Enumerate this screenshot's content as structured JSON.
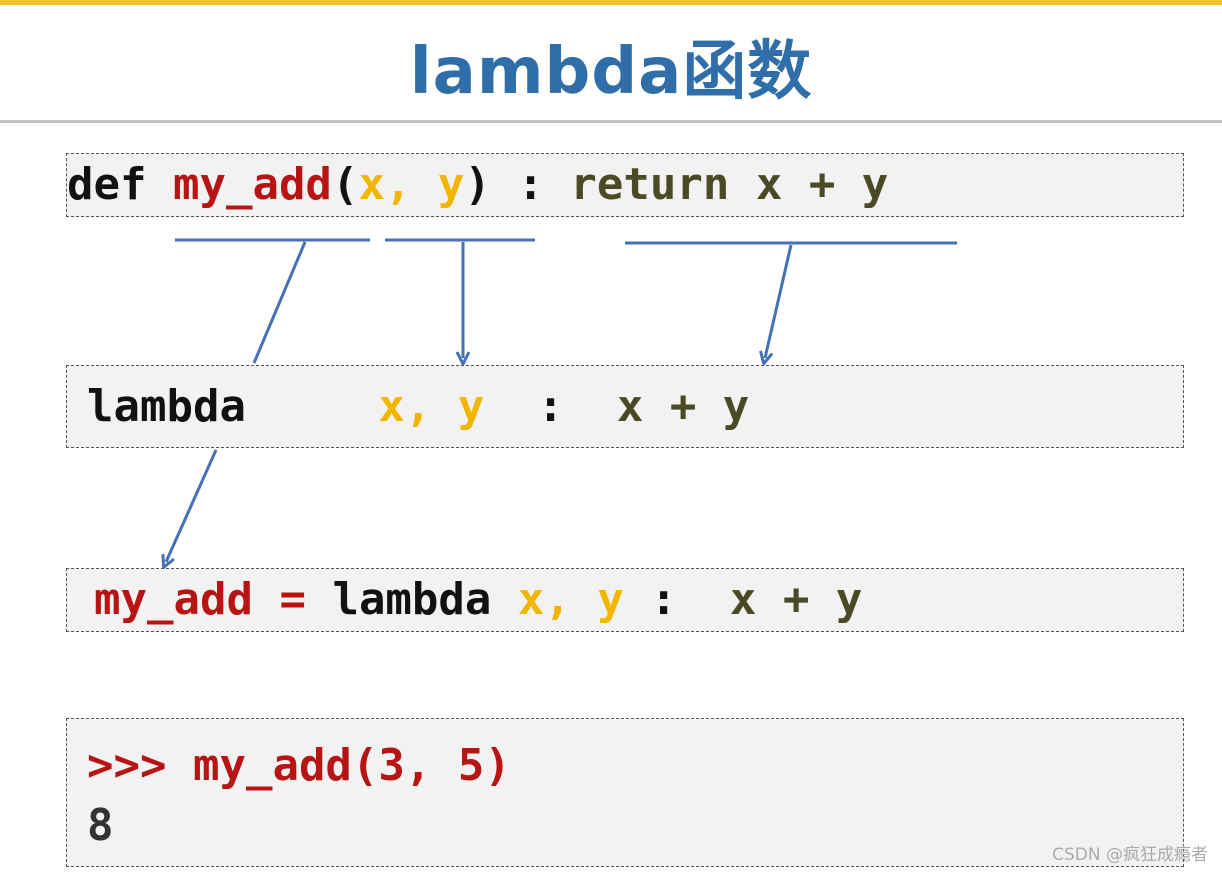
{
  "title": "lambda函数",
  "colors": {
    "title": "#2f6ea8",
    "accent_stripe": "#f2c230",
    "keyword": "#111111",
    "function_name": "#b81414",
    "params": "#f2b600",
    "expression": "#4a4a24",
    "arrow": "#4472b4"
  },
  "def_line": {
    "keyword": "def",
    "name": "my_add",
    "open_paren": "(",
    "params": "x, y",
    "close_paren": ")",
    "colon": " : ",
    "return_kw": "return",
    "expr": "x + y"
  },
  "lambda_line": {
    "keyword": "lambda",
    "params": "x, y",
    "colon": ":",
    "expr": "x + y"
  },
  "assign_line": {
    "name": "my_add",
    "equals": "=",
    "keyword": "lambda",
    "params": "x, y",
    "colon": ":",
    "expr": "x + y"
  },
  "repl": {
    "prompt": ">>>",
    "call": "my_add(3, 5)",
    "output": "8"
  },
  "watermark": "CSDN @疯狂成瘾者"
}
